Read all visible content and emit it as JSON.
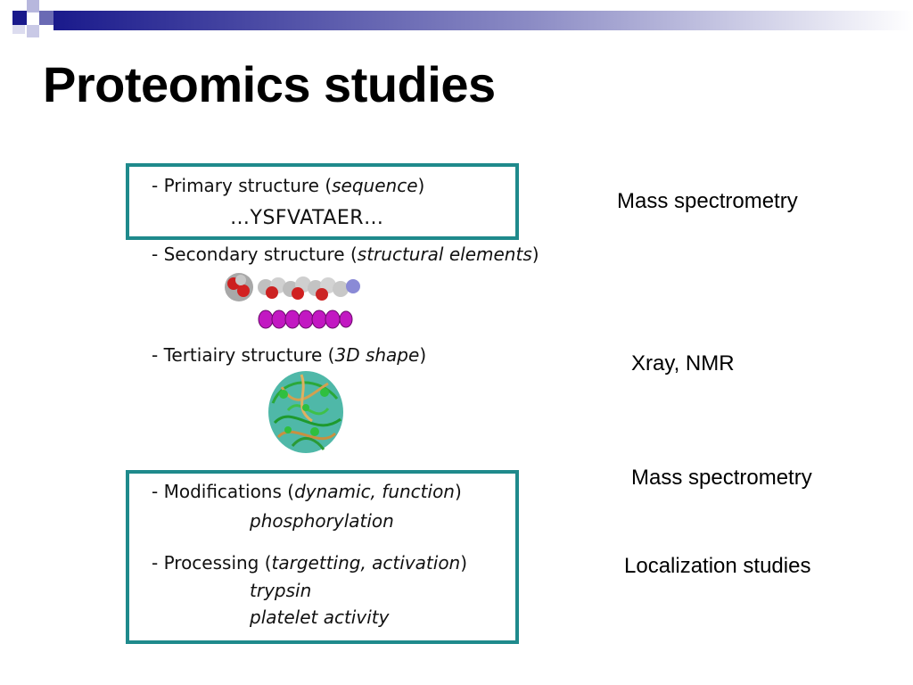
{
  "slide": {
    "title": "Proteomics studies",
    "accent_color": "#1a1a8c",
    "frame_color": "#1f8a8c"
  },
  "figure": {
    "primary": {
      "label": "- Primary structure (",
      "italic": "sequence",
      "close": ")",
      "sequence": "…YSFVATAER…"
    },
    "secondary": {
      "label": "- Secondary structure (",
      "italic": "structural elements",
      "close": ")"
    },
    "tertiary": {
      "label": "- Tertiairy structure (",
      "italic": "3D shape",
      "close": ")"
    },
    "modifications": {
      "label": "- Modifications (",
      "italic": "dynamic, function",
      "close": ")",
      "example": "phosphorylation"
    },
    "processing": {
      "label": "- Processing (",
      "italic": "targetting, activation",
      "close": ")",
      "examples": [
        "trypsin",
        "platelet activity"
      ]
    }
  },
  "annotations": {
    "primary": "Mass spectrometry",
    "tertiary": "Xray, NMR",
    "modifications": "Mass spectrometry",
    "processing": "Localization studies"
  }
}
